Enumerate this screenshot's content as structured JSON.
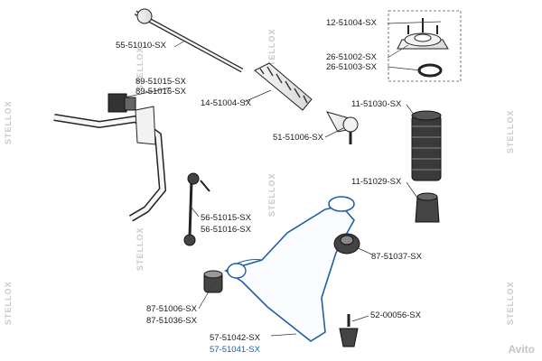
{
  "parts": [
    {
      "id": "p1",
      "label": "12-51004-SX"
    },
    {
      "id": "p2",
      "label": "26-51002-SX"
    },
    {
      "id": "p3",
      "label": "26-51003-SX"
    },
    {
      "id": "p4",
      "label": "55-51010-SX"
    },
    {
      "id": "p5",
      "label": "89-51015-SX"
    },
    {
      "id": "p6",
      "label": "89-51016-SX"
    },
    {
      "id": "p7",
      "label": "14-51004-SX"
    },
    {
      "id": "p8",
      "label": "11-51030-SX"
    },
    {
      "id": "p9",
      "label": "51-51006-SX"
    },
    {
      "id": "p10",
      "label": "11-51029-SX"
    },
    {
      "id": "p11",
      "label": "56-51015-SX"
    },
    {
      "id": "p12",
      "label": "56-51016-SX"
    },
    {
      "id": "p13",
      "label": "87-51037-SX"
    },
    {
      "id": "p14",
      "label": "87-51006-SX"
    },
    {
      "id": "p15",
      "label": "87-51036-SX"
    },
    {
      "id": "p16",
      "label": "52-00056-SX"
    },
    {
      "id": "p17",
      "label": "57-51042-SX"
    },
    {
      "id": "p18",
      "label": "57-51041-SX"
    }
  ],
  "watermark": "STELLOX",
  "corner_mark": "Avito",
  "colors": {
    "line": "#1a1a1a",
    "part_fill": "#eeeeee",
    "highlight": "#1f5fa8",
    "watermark": "#c9c9c9"
  }
}
